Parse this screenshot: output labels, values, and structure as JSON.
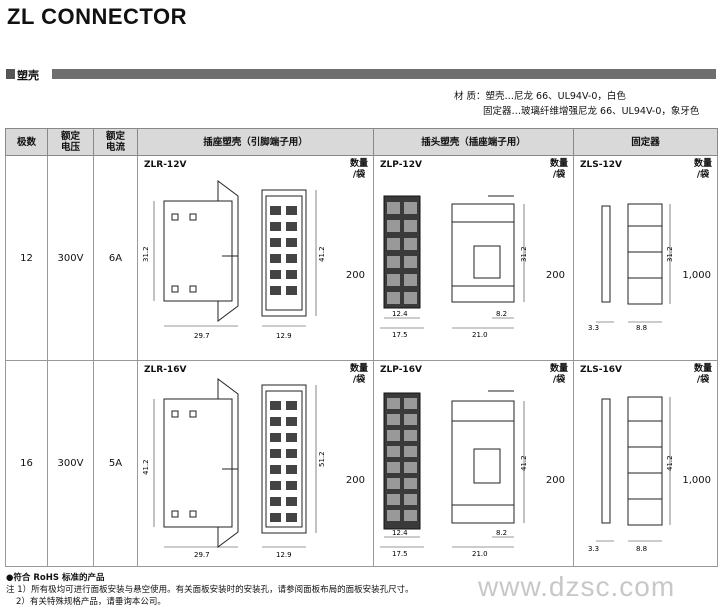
{
  "title": "ZL CONNECTOR",
  "section": "塑壳",
  "material": {
    "line1": "材 质：塑壳…尼龙 66、UL94V-0，白色",
    "line2": "固定器…玻璃纤维增强尼龙 66、UL94V-0，象牙色"
  },
  "headers": {
    "poles": "极数",
    "voltage": "额定电压",
    "current": "额定电流",
    "receptacle": "插座塑壳（引脚端子用）",
    "plug": "插头塑壳（插座端子用）",
    "retainer": "固定器"
  },
  "qty_label": {
    "line1": "数量",
    "line2": "/袋"
  },
  "rows": [
    {
      "poles": "12",
      "voltage": "300V",
      "current": "6A",
      "receptacle": {
        "name": "ZLR-12V",
        "qty": "200",
        "dims": {
          "h1": "31.2",
          "h2": "41.2",
          "w1": "29.7",
          "w2": "12.9"
        }
      },
      "plug": {
        "name": "ZLP-12V",
        "qty": "200",
        "dims": {
          "w1": "12.4",
          "w2": "17.5",
          "w3": "21.0",
          "w4": "8.2",
          "h1": "31.2"
        }
      },
      "retainer": {
        "name": "ZLS-12V",
        "qty": "1,000",
        "dims": {
          "w1": "3.3",
          "w2": "8.8",
          "h1": "31.2"
        }
      }
    },
    {
      "poles": "16",
      "voltage": "300V",
      "current": "5A",
      "receptacle": {
        "name": "ZLR-16V",
        "qty": "200",
        "dims": {
          "h1": "41.2",
          "h2": "51.2",
          "w1": "29.7",
          "w2": "12.9"
        }
      },
      "plug": {
        "name": "ZLP-16V",
        "qty": "200",
        "dims": {
          "w1": "12.4",
          "w2": "17.5",
          "w3": "21.0",
          "w4": "8.2",
          "h1": "41.2"
        }
      },
      "retainer": {
        "name": "ZLS-16V",
        "qty": "1,000",
        "dims": {
          "w1": "3.3",
          "w2": "8.8",
          "h1": "41.2"
        }
      }
    }
  ],
  "notes": {
    "rohs": "●符合 RoHS 标准的产品",
    "n1": "注 1）所有极均可进行面板安装与悬空使用。有关面板安装时的安装孔，请参阅面板布局的面板安装孔尺寸。",
    "n2": "2）有关特殊规格产品，请垂询本公司。"
  },
  "watermark": "www.dzsc.com"
}
